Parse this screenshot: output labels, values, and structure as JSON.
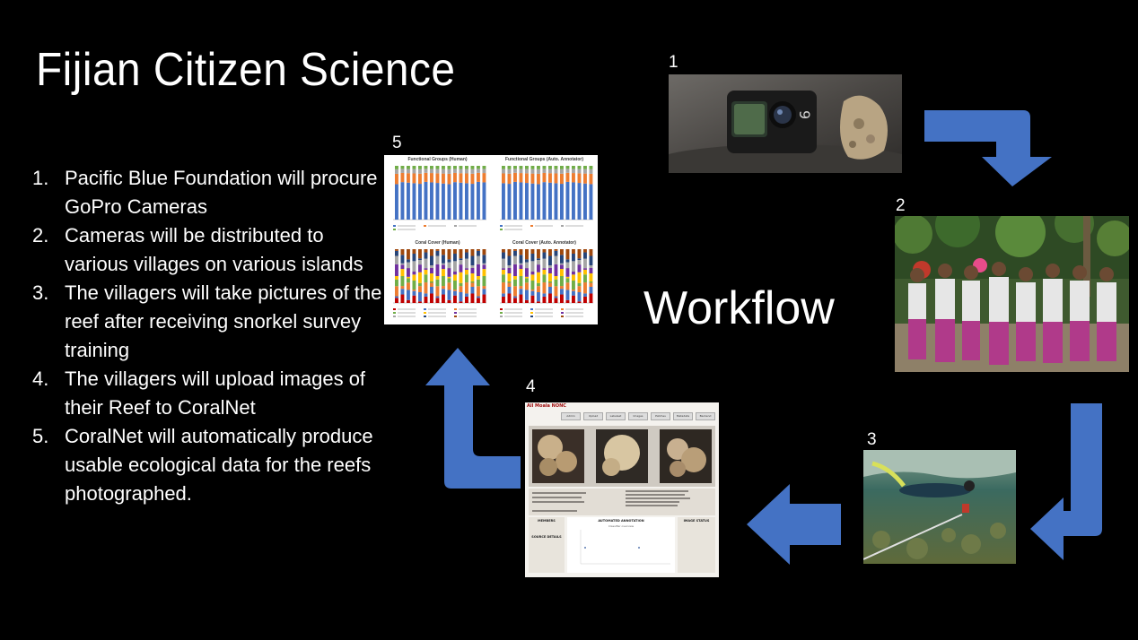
{
  "title": "Fijian Citizen Science",
  "workflow_label": "Workflow",
  "steps": [
    {
      "num": "1.",
      "text": "Pacific Blue Foundation will procure GoPro Cameras"
    },
    {
      "num": "2.",
      "text": "Cameras will be distributed to various villages on various islands"
    },
    {
      "num": "3.",
      "text": "The villagers will take pictures of the reef after receiving snorkel survey training"
    },
    {
      "num": "4.",
      "text": "The villagers will upload images of their Reef to CoralNet"
    },
    {
      "num": "5.",
      "text": "CoralNet will automatically produce usable ecological data for the reefs photographed."
    }
  ],
  "image_numbers": {
    "n1": "1",
    "n2": "2",
    "n3": "3",
    "n4": "4",
    "n5": "5"
  },
  "arrow_color": "#4472C4",
  "coralnet": {
    "source_title": "All Moala NONC",
    "nav": [
      "Admin",
      "Upload",
      "Labelset",
      "Images",
      "Patches",
      "Metadata",
      "Backend"
    ],
    "section_members": "MEMBERS",
    "section_source_details": "SOURCE DETAILS",
    "section_annotation": "AUTOMATED ANNOTATION",
    "section_image_status": "IMAGE STATUS",
    "classifier_overview": "Classifier overview"
  },
  "results_figure": {
    "panel_titles": [
      "Functional Groups (Human)",
      "Functional Groups (Auto. Annotator)",
      "Coral Cover (Human)",
      "Coral Cover (Auto. Annotator)"
    ]
  }
}
